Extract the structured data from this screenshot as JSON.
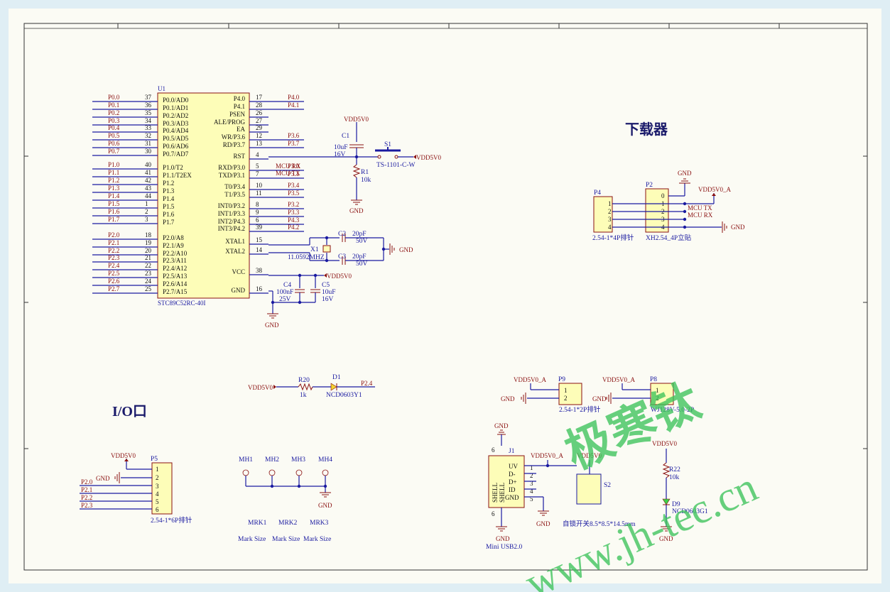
{
  "sections": {
    "downloader_title": "下载器",
    "io_title": "I/O口"
  },
  "u1": {
    "ref": "U1",
    "part": "STC89C52RC-40I",
    "left_pins": [
      {
        "net": "P0.0",
        "num": "37",
        "name": "P0.0/AD0"
      },
      {
        "net": "P0.1",
        "num": "36",
        "name": "P0.1/AD1"
      },
      {
        "net": "P0.2",
        "num": "35",
        "name": "P0.2/AD2"
      },
      {
        "net": "P0.3",
        "num": "34",
        "name": "P0.3/AD3"
      },
      {
        "net": "P0.4",
        "num": "33",
        "name": "P0.4/AD4"
      },
      {
        "net": "P0.5",
        "num": "32",
        "name": "P0.5/AD5"
      },
      {
        "net": "P0.6",
        "num": "31",
        "name": "P0.6/AD6"
      },
      {
        "net": "P0.7",
        "num": "30",
        "name": "P0.7/AD7"
      },
      {
        "net": "P1.0",
        "num": "40",
        "name": "P1.0/T2"
      },
      {
        "net": "P1.1",
        "num": "41",
        "name": "P1.1/T2EX"
      },
      {
        "net": "P1.2",
        "num": "42",
        "name": "P1.2"
      },
      {
        "net": "P1.3",
        "num": "43",
        "name": "P1.3"
      },
      {
        "net": "P1.4",
        "num": "44",
        "name": "P1.4"
      },
      {
        "net": "P1.5",
        "num": "1",
        "name": "P1.5"
      },
      {
        "net": "P1.6",
        "num": "2",
        "name": "P1.6"
      },
      {
        "net": "P1.7",
        "num": "3",
        "name": "P1.7"
      },
      {
        "net": "P2.0",
        "num": "18",
        "name": "P2.0/A8"
      },
      {
        "net": "P2.1",
        "num": "19",
        "name": "P2.1/A9"
      },
      {
        "net": "P2.2",
        "num": "20",
        "name": "P2.2/A10"
      },
      {
        "net": "P2.3",
        "num": "21",
        "name": "P2.3/A11"
      },
      {
        "net": "P2.4",
        "num": "22",
        "name": "P2.4/A12"
      },
      {
        "net": "P2.5",
        "num": "23",
        "name": "P2.5/A13"
      },
      {
        "net": "P2.6",
        "num": "24",
        "name": "P2.6/A14"
      },
      {
        "net": "P2.7",
        "num": "25",
        "name": "P2.7/A15"
      }
    ],
    "right_pins": [
      {
        "name": "P4.0",
        "num": "17",
        "net": "P4.0"
      },
      {
        "name": "P4.1",
        "num": "28",
        "net": "P4.1"
      },
      {
        "name": "PSEN",
        "num": "26",
        "net": ""
      },
      {
        "name": "ALE/PROG",
        "num": "27",
        "net": ""
      },
      {
        "name": "EA",
        "num": "29",
        "net": ""
      },
      {
        "name": "WR/P3.6",
        "num": "12",
        "net": "P3.6"
      },
      {
        "name": "RD/P3.7",
        "num": "13",
        "net": "P3.7"
      },
      {
        "name": "RST",
        "num": "4",
        "net": ""
      },
      {
        "name": "RXD/P3.0",
        "num": "5",
        "net": "P3.0",
        "alias": "MCU RX"
      },
      {
        "name": "TXD/P3.1",
        "num": "7",
        "net": "P3.1",
        "alias": "MCU TX"
      },
      {
        "name": "T0/P3.4",
        "num": "10",
        "net": "P3.4"
      },
      {
        "name": "T1/P3.5",
        "num": "11",
        "net": "P3.5"
      },
      {
        "name": "INT0/P3.2",
        "num": "8",
        "net": "P3.2"
      },
      {
        "name": "INT1/P3.3",
        "num": "9",
        "net": "P3.3"
      },
      {
        "name": "INT2/P4.3",
        "num": "6",
        "net": "P4.3"
      },
      {
        "name": "INT3/P4.2",
        "num": "39",
        "net": "P4.2"
      },
      {
        "name": "XTAL1",
        "num": "15",
        "net": ""
      },
      {
        "name": "XTAL2",
        "num": "14",
        "net": ""
      },
      {
        "name": "VCC",
        "num": "38",
        "net": ""
      },
      {
        "name": "GND",
        "num": "16",
        "net": ""
      }
    ]
  },
  "nets": {
    "vdd": "VDD5V0",
    "vdd_a": "VDD5V0_A",
    "gnd": "GND",
    "mcu_rx": "MCU RX",
    "mcu_tx": "MCU TX",
    "p24": "P2.4"
  },
  "parts": {
    "c1": {
      "ref": "C1",
      "val": "10uF",
      "volt": "16V"
    },
    "s1": {
      "ref": "S1",
      "part": "TS-1101-C-W"
    },
    "r1": {
      "ref": "R1",
      "val": "10k"
    },
    "c2": {
      "ref": "C2",
      "val": "20pF",
      "volt": "50V"
    },
    "c3": {
      "ref": "C3",
      "val": "20pF",
      "volt": "50V"
    },
    "x1": {
      "ref": "X1",
      "val": "11.0592MHZ"
    },
    "c4": {
      "ref": "C4",
      "val": "100nF",
      "volt": "25V"
    },
    "c5": {
      "ref": "C5",
      "val": "10uF",
      "volt": "16V"
    },
    "r20": {
      "ref": "R20",
      "val": "1k"
    },
    "d1": {
      "ref": "D1",
      "part": "NCD0603Y1"
    },
    "p4": {
      "ref": "P4",
      "part": "2.54-1*4P排针",
      "pins": [
        "1",
        "2",
        "3",
        "4"
      ]
    },
    "p2": {
      "ref": "P2",
      "part": "XH2.54_4P立贴",
      "pins": [
        "0",
        "1",
        "2",
        "3",
        "4"
      ]
    },
    "p5": {
      "ref": "P5",
      "part": "2.54-1*6P排针",
      "pins": [
        "1",
        "2",
        "3",
        "4",
        "5",
        "6"
      ],
      "nets": [
        "P2.0",
        "P2.1",
        "P2.2",
        "P2.3"
      ]
    },
    "mh": [
      "MH1",
      "MH2",
      "MH3",
      "MH4"
    ],
    "mrk": [
      "MRK1",
      "MRK2",
      "MRK3"
    ],
    "mark_size": "Mark Size",
    "p9": {
      "ref": "P9",
      "part": "2.54-1*2P排针",
      "pins": [
        "1",
        "2"
      ]
    },
    "p8": {
      "ref": "P8",
      "part": "WJ128V-5.0-2P",
      "pins": [
        "1",
        "2"
      ]
    },
    "j1": {
      "ref": "J1",
      "part": "Mini USB2.0",
      "pins": [
        "UV",
        "D-",
        "D+",
        "ID",
        "GND"
      ],
      "nums": [
        "1",
        "2",
        "3",
        "4",
        "5"
      ],
      "shell": "SHELL",
      "shell_nums": [
        "6",
        "6"
      ]
    },
    "s2": {
      "ref": "S2",
      "part": "自锁开关8.5*8.5*14.5mm"
    },
    "r22": {
      "ref": "R22",
      "val": "10k"
    },
    "d9": {
      "ref": "D9",
      "part": "NCD0603G1"
    }
  },
  "watermark": {
    "line1": "极寒钛",
    "line2": "www.jh-tec.cn"
  }
}
